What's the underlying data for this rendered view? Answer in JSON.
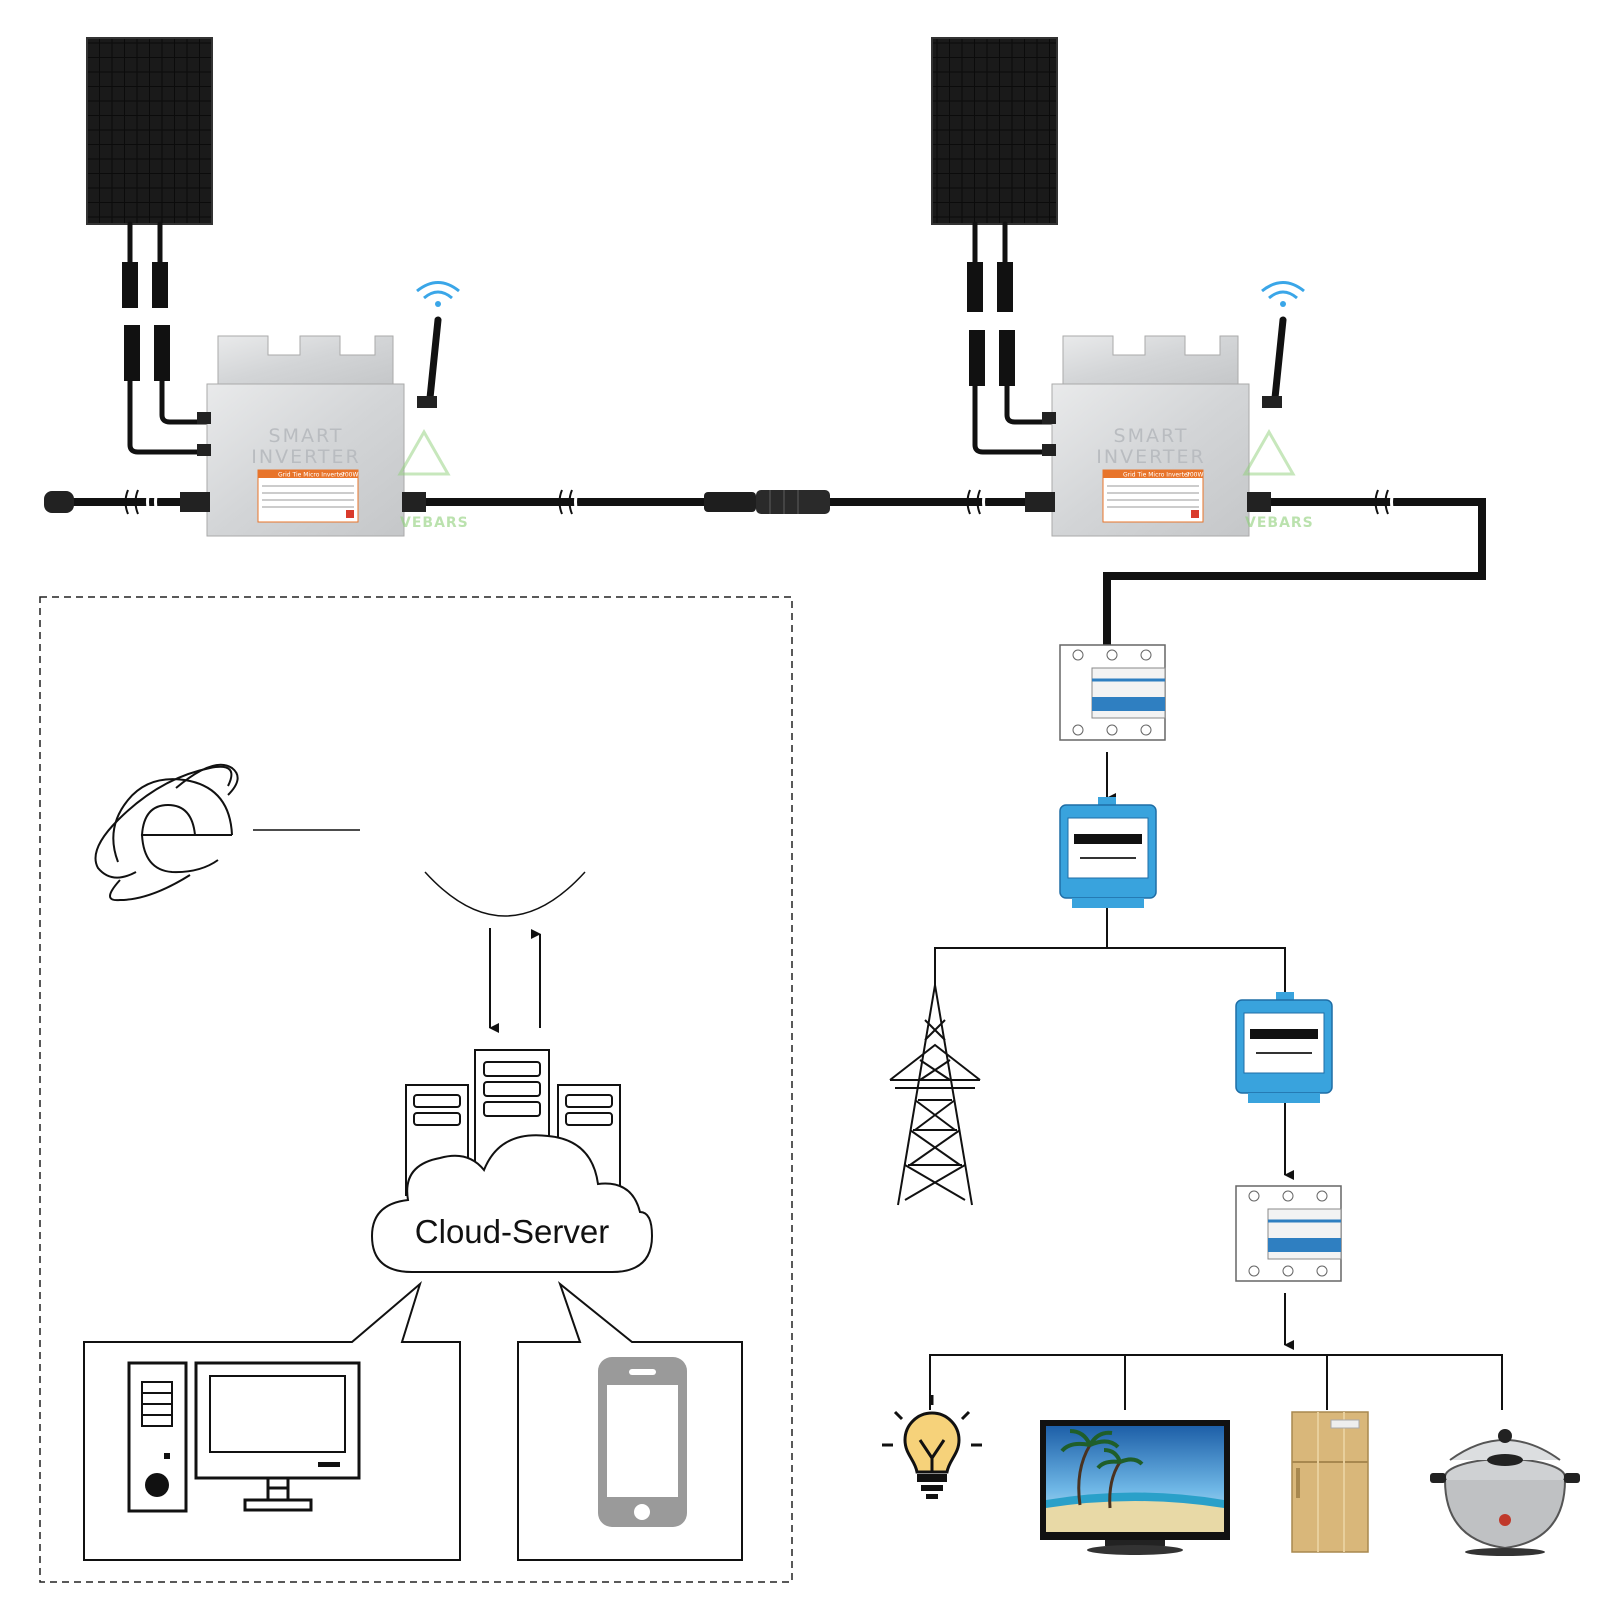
{
  "inverters": [
    {
      "title_line1": "SMART",
      "title_line2": "INVERTER",
      "label_heading": "Grid Tie Micro Inverter",
      "label_power": "700W"
    },
    {
      "title_line1": "SMART",
      "title_line2": "INVERTER",
      "label_heading": "Grid Tie Micro Inverter",
      "label_power": "700W"
    }
  ],
  "watermark": "VEBARS",
  "cloud": {
    "label": "Cloud-Server"
  },
  "colors": {
    "cable": "#111111",
    "wifi": "#3aa6e8",
    "meter_blue": "#39a3dd",
    "breaker_blue": "#2f7fc1",
    "phone_gray": "#9a9a9a",
    "bulb": "#f6d27a",
    "fridge": "#d9b77a"
  },
  "icons": [
    "solar-panel-icon",
    "inverter-icon",
    "wifi-icon",
    "breaker-icon",
    "energy-meter-icon",
    "transmission-tower-icon",
    "internet-explorer-icon",
    "server-icon",
    "cloud-icon",
    "desktop-computer-icon",
    "smartphone-icon",
    "light-bulb-icon",
    "tv-icon",
    "refrigerator-icon",
    "rice-cooker-icon"
  ]
}
